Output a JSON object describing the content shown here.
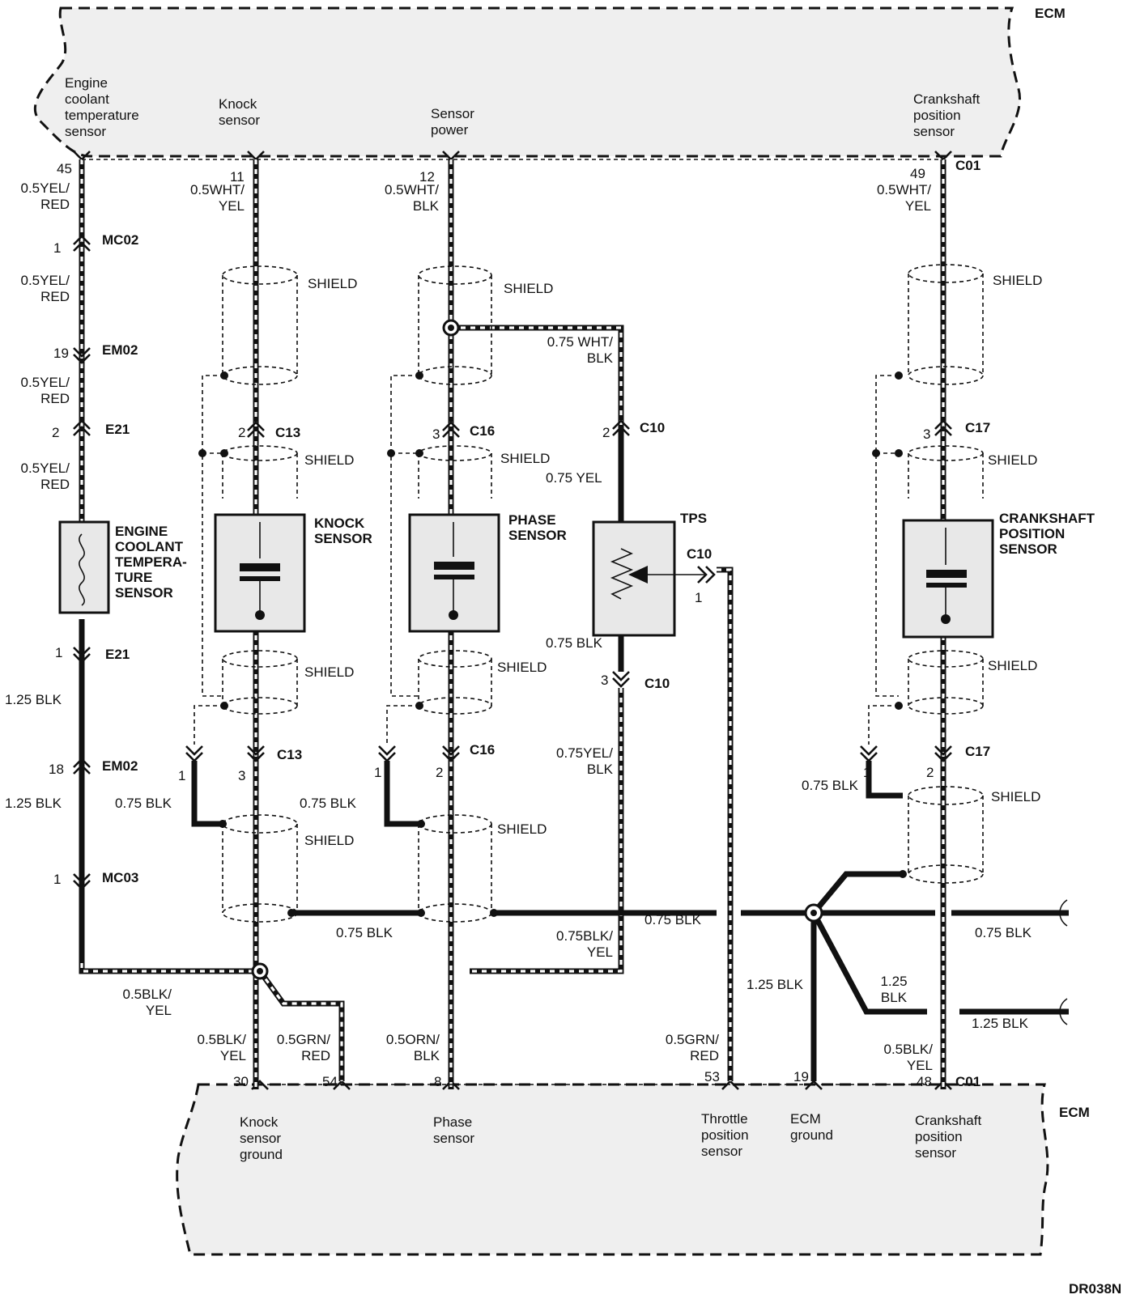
{
  "ecm_top": {
    "label": "ECM",
    "terminals": [
      {
        "name": "Engine\ncoolant\ntemperature\nsensor"
      },
      {
        "name": "Knock\nsensor"
      },
      {
        "name": "Sensor\npower"
      },
      {
        "name": "Crankshaft\nposition\nsensor"
      }
    ],
    "connector": "C01"
  },
  "ecm_bottom": {
    "label": "ECM",
    "terminals": [
      {
        "name": "Knock\nsensor\nground"
      },
      {
        "name": "Phase\nsensor"
      },
      {
        "name": "Throttle\nposition\nsensor"
      },
      {
        "name": "ECM\nground"
      },
      {
        "name": "Crankshaft\nposition\nsensor"
      }
    ],
    "connector": "C01"
  },
  "pins": {
    "p45": "45",
    "p11": "11",
    "p12": "12",
    "p49": "49",
    "p30": "30",
    "p54": "54",
    "p8": "8",
    "p53": "53",
    "p19": "19",
    "p48": "48"
  },
  "wires": {
    "w_ect1": "0.5YEL/\nRED",
    "w_ect2": "0.5YEL/\nRED",
    "w_ect3": "0.5YEL/\nRED",
    "w_ect4": "0.5YEL/\nRED",
    "w_knock_top": "0.5WHT/\nYEL",
    "w_sp_top": "0.5WHT/\nBLK",
    "w_ckp_top": "0.5WHT/\nYEL",
    "w_tps_sp": "0.75 WHT/\nBLK",
    "w_tps_yel": "0.75 YEL",
    "w_tps_blk": "0.75 BLK",
    "w_tps_yelblk": "0.75YEL/\nBLK",
    "w_ect_blk1": "1.25 BLK",
    "w_ect_blk2": "1.25 BLK",
    "w_ks_shield_blk": "0.75 BLK",
    "w_ph_shield_blk": "0.75 BLK",
    "w_ckp_shield_blk": "0.75 BLK",
    "w_bus1": "0.75 BLK",
    "w_bus2": "0.75 BLK",
    "w_bus3": "0.75 BLK",
    "w_gnd_a": "1.25 BLK",
    "w_gnd_b": "1.25\nBLK",
    "w_gnd_c": "1.25 BLK",
    "w_blkyel_ret": "0.75BLK/\nYEL",
    "w_ect_ret": "0.5BLK/\nYEL",
    "w_ks_gnd": "0.5BLK/\nYEL",
    "w_ks_grn": "0.5GRN/\nRED",
    "w_ph_sig": "0.5ORN/\nBLK",
    "w_tps_sig": "0.5GRN/\nRED",
    "w_ckp_gnd": "0.5BLK/\nYEL"
  },
  "connectors": {
    "MC02": "MC02",
    "EM02a": "EM02",
    "E21a": "E21",
    "E21b": "E21",
    "EM02b": "EM02",
    "MC03": "MC03",
    "C13a": "C13",
    "C13b": "C13",
    "C16a": "C16",
    "C16b": "C16",
    "C10a": "C10",
    "C10b": "C10",
    "C10c": "C10",
    "C17a": "C17",
    "C17b": "C17"
  },
  "connector_pins": {
    "mc02": "1",
    "em02a": "19",
    "e21a": "2",
    "e21b": "1",
    "em02b": "18",
    "mc03": "1",
    "c13a": "2",
    "c13b_l": "1",
    "c13b": "3",
    "c16a": "3",
    "c16b_l": "1",
    "c16b": "2",
    "c10a": "2",
    "c10c": "1",
    "c10b": "3",
    "c17a": "3",
    "c17b_l": "1",
    "c17b": "2"
  },
  "shield_label": "SHIELD",
  "components": {
    "ect": "ENGINE\nCOOLANT\nTEMPERA-\nTURE\nSENSOR",
    "knock": "KNOCK\nSENSOR",
    "phase": "PHASE\nSENSOR",
    "tps": "TPS",
    "ckp": "CRANKSHAFT\nPOSITION\nSENSOR"
  },
  "figure_id": "DR038N"
}
